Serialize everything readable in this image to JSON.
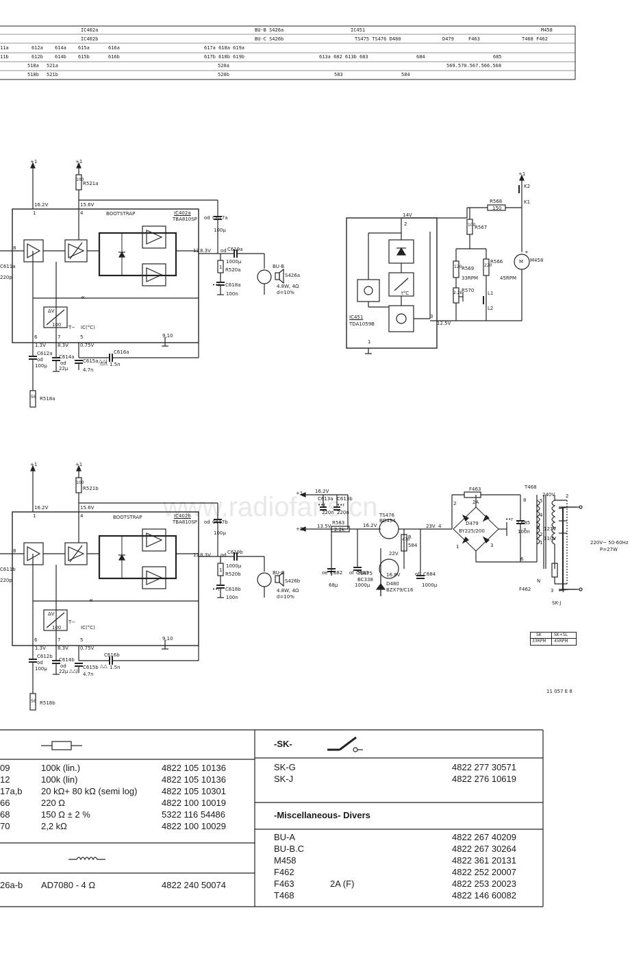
{
  "ref_table": {
    "row1": {
      "a": "IC402a",
      "b": "BU-B  S426a",
      "c": "IC451",
      "d": "M458"
    },
    "row2": {
      "a": "IC402b",
      "b": "BU-C  S426b",
      "c": "TS475  TS476  D480",
      "d": "D479",
      "e": "F463",
      "f": "T468  F462"
    },
    "row3": {
      "a": "11a",
      "b": "612a",
      "c": "614a",
      "d": "615a",
      "e": "616a",
      "f": "617a 618a 619a"
    },
    "row4": {
      "a": "11b",
      "b": "612b",
      "c": "614b",
      "d": "615b",
      "e": "616b",
      "f": "617b 618b 619b",
      "g": "613a 682 613b 683",
      "h": "684",
      "i": "685"
    },
    "row5": {
      "a": "518a",
      "b": "521a",
      "c": "520a",
      "d": "569.570.567.566.568"
    },
    "row6": {
      "a": "518b",
      "b": "521b",
      "c": "520b",
      "d": "583",
      "e": "584"
    }
  },
  "amp_a": {
    "plus": "+1",
    "v1": "16.2V",
    "v2": "15.6V",
    "p1": "1",
    "p4": "4",
    "bootstrap": "BOOTSTRAP",
    "ic": "IC402a",
    "type": "TBA810SP",
    "r521": "R521a",
    "r521v": "100",
    "c617": "C617a",
    "c617v": "100µ",
    "c617s": "od",
    "p8": "8",
    "p12": "12",
    "v83": "8.3V",
    "c619": "C619a",
    "c619s": "od",
    "c619v": "1000µ",
    "r520": "R520a",
    "r520v": "1",
    "c618": "C618a",
    "c618s": "••r",
    "c618v": "100n",
    "bu": "BU-B",
    "spk": "S426a",
    "spkv": "4.8W, 4Ω",
    "dist": "d=10%",
    "av": "ΔV",
    "av100": "100",
    "tminus": "T−",
    "icc": "IC(°C)",
    "p6": "6",
    "p7": "7",
    "p5": "5",
    "p910": "9,10",
    "v13": "1.3V",
    "v83b": "8.3V",
    "v075": "0.75V",
    "c611": "C611a",
    "c611v": "220p",
    "c612": "C612a",
    "c612s": "od",
    "c612v": "100µ",
    "c614": "C614a",
    "c614s": "od",
    "c614v": "22µ",
    "c615": "C615a",
    "c615s": "△△j",
    "c615v": "4.7n",
    "c616": "C616a",
    "c616s": "△△",
    "c616v": "1.5n",
    "r518": "R518a",
    "r518v": "56",
    "arrow": "«"
  },
  "amp_b": {
    "plus": "+1",
    "v1": "16.2V",
    "v2": "15.6V",
    "p1": "1",
    "p4": "4",
    "bootstrap": "BOOTSTRAP",
    "ic": "IC402b",
    "type": "TBA810SP",
    "r521": "R521b",
    "r521v": "100",
    "c617": "C617b",
    "c617v": "100µ",
    "c617s": "od",
    "p8": "8",
    "p12": "12",
    "v83": "8.3V",
    "c619": "C619b",
    "c619s": "od",
    "c619v": "1000µ",
    "r520": "R520b",
    "r520v": "1",
    "c618": "C618b",
    "c618s": "••r",
    "c618v": "100n",
    "bu": "BU-C",
    "spk": "S426b",
    "spkv": "4.8W, 4Ω",
    "dist": "d=10%",
    "av": "ΔV",
    "av100": "100",
    "tminus": "T−",
    "icc": "IC(°C)",
    "p6": "6",
    "p7": "7",
    "p5": "5",
    "p910": "9,10",
    "v13": "1.3V",
    "v83b": "8.3V",
    "v075": "0.75V",
    "c611": "C611b",
    "c611v": "220p",
    "c612": "C612b",
    "c612s": "od",
    "c612v": "100µ",
    "c614": "C614b",
    "c614s": "od",
    "c614v": "22µ",
    "c615": "C615b",
    "c615s": "△△j",
    "c615v": "4.7n",
    "c616": "C616b",
    "c616s": "△△",
    "c616v": "1.5n",
    "r518": "R518b",
    "r518v": "56",
    "arrow": "«"
  },
  "motor": {
    "plus": "+1",
    "k2": "K2",
    "k1": "K1",
    "r568": "R568",
    "r568v": "150",
    "v14": "14V",
    "p2": "2",
    "r567": "R567",
    "r567v": "100",
    "r569": "R569",
    "r569v": "120",
    "rpm33": "33RPM",
    "r566": "R566",
    "r566v": "220",
    "rpm45": "45RPM",
    "r570": "R570",
    "r570v": "2.2k",
    "l1": "L1",
    "l2": "L2",
    "m": "M",
    "m458": "M458",
    "ic": "IC451",
    "ictype": "TDA1059B",
    "p3": "3",
    "v125": "12.5V",
    "p1": "1",
    "tc": "t°C",
    "plus_m": "+"
  },
  "psu": {
    "n1": "+1",
    "n2": "+2",
    "v162": "16.2V",
    "c613a": "C613a",
    "c613b": "C613b",
    "c613s": "••r",
    "c613v": "220n",
    "v135": "13.5V",
    "r583": "R583",
    "r583v": "2.2k",
    "v162b": "16.2V",
    "ts476": "TS476",
    "bd434": "BD434",
    "v23": "23V",
    "p4": "4",
    "r584": "R",
    "r584n": "584",
    "r584v": "470",
    "v22": "22V",
    "v168": "16.8V",
    "ts475": "TS475",
    "bc338": "BC338",
    "d480": "D480",
    "bzx": "BZX79/C16",
    "c682": "C682",
    "c682s": "oe",
    "c682v": "68µ",
    "c683": "C683",
    "c683s": "of",
    "c683v": "1000µ",
    "c684": "C684",
    "c684s": "of",
    "c684v": "1000µ",
    "f463": "F463",
    "f463v": "2A",
    "d479": "D479",
    "d479t": "BY225/200",
    "c685": "C685",
    "c685s": "••r",
    "c685v": "100n",
    "pin2": "2",
    "pin1": "1",
    "pin3": "3",
    "t468": "T468",
    "v240": "240V",
    "v127": "127V",
    "v110": "110V",
    "tap5": "5",
    "tap4": "4",
    "tap3": "3",
    "tap2": "2",
    "tap1": "1",
    "tap6": "6",
    "tap7": "7",
    "tap8": "8",
    "f462": "F462",
    "nn": "N",
    "mains": "220V~ 50-60Hz",
    "power": "P=27W",
    "skj": "SK-J",
    "sk3": "3",
    "sk1": "1",
    "sk2": "2"
  },
  "sk_table": {
    "h1": "SK",
    "h2": "SK+SL",
    "r1": "33RPM",
    "r2": "45RPM"
  },
  "drawing_no": "11 057 E 8",
  "parts_left": {
    "rows": [
      {
        "ref": "09",
        "desc": "100k (lin.)",
        "code": "4822 105 10136"
      },
      {
        "ref": "12",
        "desc": "100k (lin)",
        "code": "4822 105 10136"
      },
      {
        "ref": "17a,b",
        "desc": "20 kΩ+ 80 kΩ (semi log)",
        "code": "4822 105 10301"
      },
      {
        "ref": "66",
        "desc": "220 Ω",
        "code": "4822 100 10019"
      },
      {
        "ref": "68",
        "desc": "150 Ω ± 2 %",
        "code": "5322 116 54486"
      },
      {
        "ref": "70",
        "desc": "2,2 kΩ",
        "code": "4822 100 10029"
      }
    ],
    "spk_row": {
      "ref": "26a-b",
      "desc": "AD7080 - 4 Ω",
      "code": "4822 240 50074"
    }
  },
  "parts_right": {
    "sk_header": "-SK-",
    "sk_rows": [
      {
        "ref": "SK-G",
        "code": "4822 277 30571"
      },
      {
        "ref": "SK-J",
        "code": "4822 276 10619"
      }
    ],
    "misc_header": "-Miscellaneous-   Divers",
    "misc_rows": [
      {
        "ref": "BU-A",
        "val": "",
        "code": "4822 267 40209"
      },
      {
        "ref": "BU-B.C",
        "val": "",
        "code": "4822 267 30264"
      },
      {
        "ref": "M458",
        "val": "",
        "code": "4822 361 20131"
      },
      {
        "ref": "F462",
        "val": "",
        "code": "4822 252 20007"
      },
      {
        "ref": "F463",
        "val": "2A (F)",
        "code": "4822 253 20023"
      },
      {
        "ref": "T468",
        "val": "",
        "code": "4822 146 60082"
      }
    ]
  },
  "watermark": "www.radiofans.cn"
}
